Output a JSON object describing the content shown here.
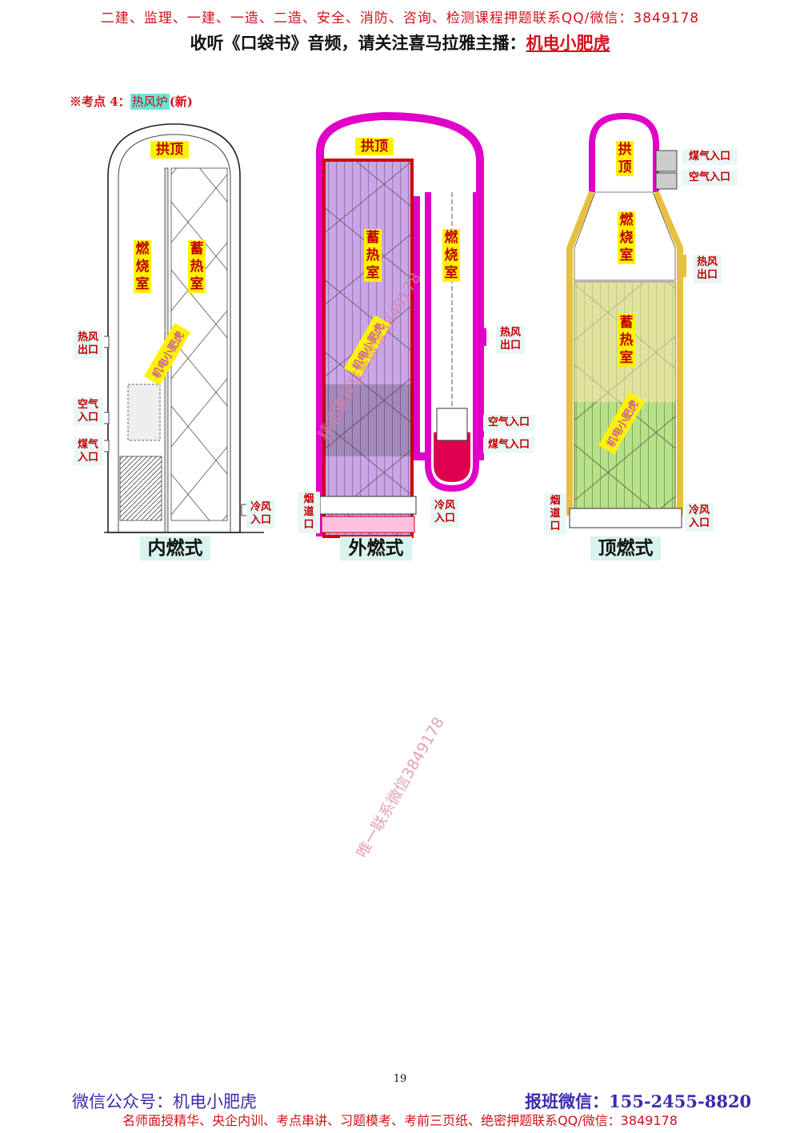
{
  "header": {
    "promo_line": "二建、监理、一建、一造、二造、安全、消防、咨询、检测课程押题联系QQ/微信：3849178",
    "audio_prefix": "收听《口袋书》音频，请关注喜马拉雅主播：",
    "audio_host": "机电小肥虎"
  },
  "section": {
    "marker": "※考点 4：",
    "topic": "热风炉",
    "tag": "(新)"
  },
  "diagrams": {
    "internal": {
      "caption": "内燃式",
      "dome": "拱顶",
      "combustion": "燃烧室",
      "regenerator": "蓄热室",
      "hot_air_out": "热风出口",
      "air_in": "空气入口",
      "gas_in": "煤气入口",
      "cold_air_in": "冷风入口",
      "watermark": "机电小肥虎"
    },
    "external": {
      "caption": "外燃式",
      "dome": "拱顶",
      "regenerator": "蓄热室",
      "combustion": "燃烧室",
      "hot_air_out": "热风出口",
      "air_in": "空气入口",
      "gas_in": "煤气入口",
      "flue": "烟道口",
      "cold_air_in": "冷风入口",
      "watermark": "机电小肥虎"
    },
    "top": {
      "caption": "顶燃式",
      "dome": "拱顶",
      "gas_in": "煤气入口",
      "air_in": "空气入口",
      "combustion": "燃烧室",
      "hot_air_out": "热风出口",
      "regenerator": "蓄热室",
      "flue": "烟道口",
      "cold_air_in": "冷风入口",
      "watermark": "机电小肥虎"
    }
  },
  "watermarks": {
    "mid": "精品课程联系微信3849178",
    "lower": "唯一联系微信3849178"
  },
  "page_number": "19",
  "footer": {
    "wechat_public": "微信公众号：机电小肥虎",
    "enroll": "报班微信：155-2455-8820",
    "promo_line": "名师面授精华、央企内训、考点串讲、习题模考、考前三页纸、绝密押题联系QQ/微信：3849178"
  }
}
